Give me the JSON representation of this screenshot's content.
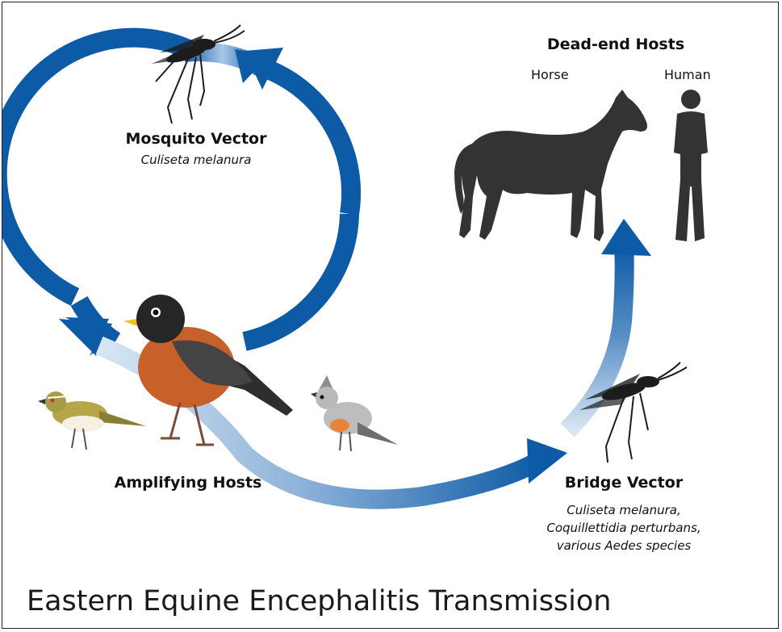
{
  "title": "Eastern Equine Encephalitis Transmission",
  "mosquito_vector": {
    "heading": "Mosquito Vector",
    "species": "Culiseta melanura"
  },
  "amplifying_hosts": {
    "heading": "Amplifying Hosts"
  },
  "bridge_vector": {
    "heading": "Bridge Vector",
    "species_lines": [
      "Culiseta melanura,",
      "Coquillettidia perturbans,",
      "various Aedes species"
    ]
  },
  "dead_end_hosts": {
    "heading": "Dead-end Hosts",
    "horse": "Horse",
    "human": "Human"
  },
  "colors": {
    "arrow_blue": "#0d5aa6",
    "arrow_light": "#cfe0f1",
    "silhouette": "#333333",
    "robin_breast": "#c8602a"
  }
}
